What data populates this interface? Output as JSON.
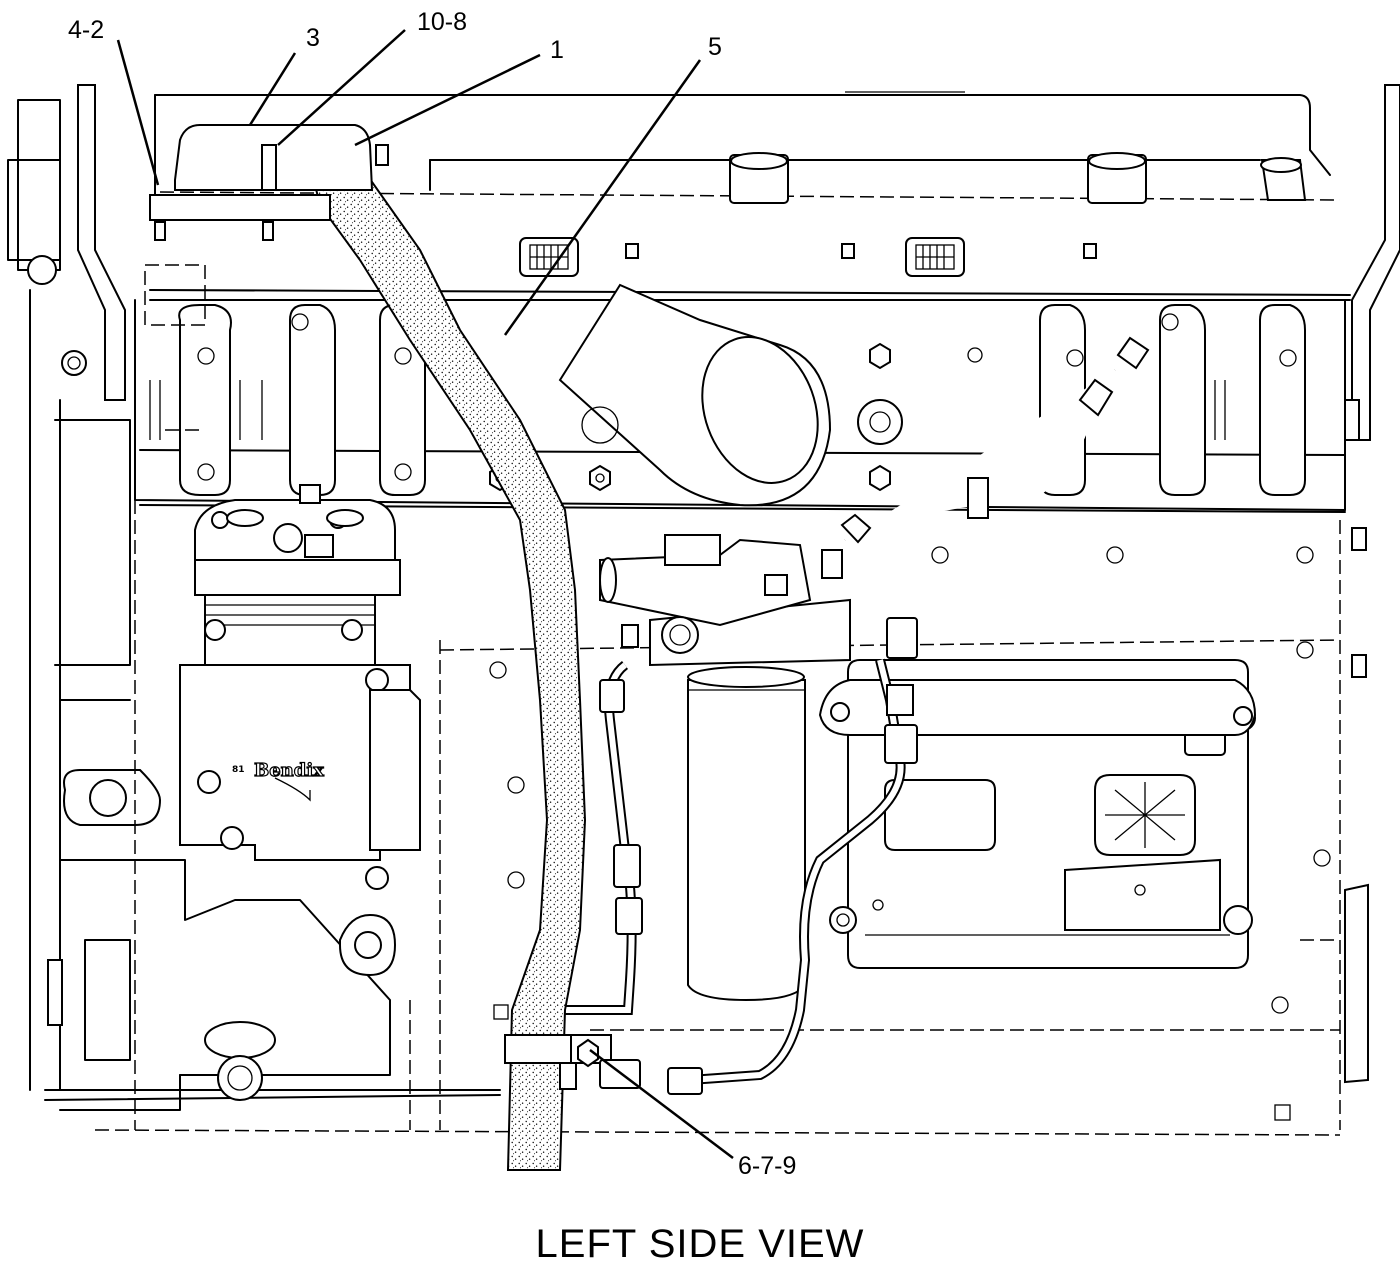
{
  "callouts": {
    "c_4_2": "4-2",
    "c_3": "3",
    "c_10_8": "10-8",
    "c_1": "1",
    "c_5": "5",
    "c_6_7_9": "6-7-9"
  },
  "brand_mark": "Bendix",
  "brand_number": "81",
  "caption": "LEFT SIDE VIEW",
  "colors": {
    "line": "#000000",
    "background": "#ffffff",
    "hose_stipple": "#000000"
  }
}
